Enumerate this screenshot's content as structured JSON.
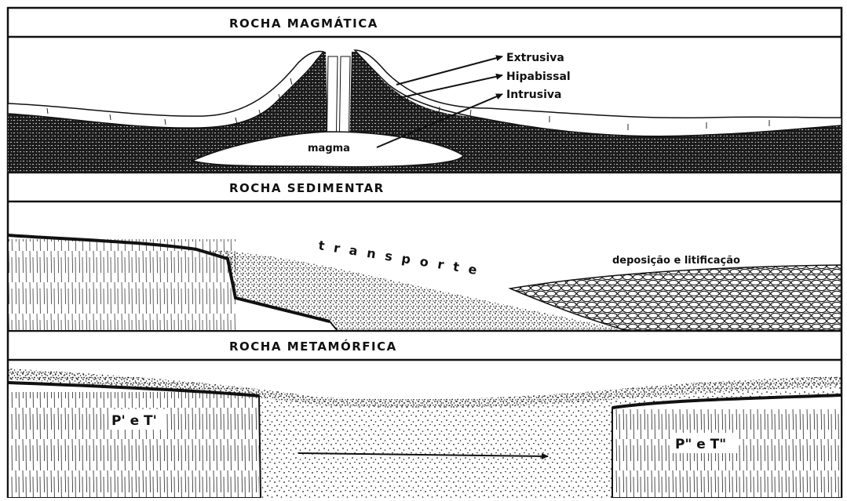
{
  "panels": {
    "magmatic": {
      "title": "ROCHA MAGMÁTICA",
      "label_extrusive": "Extrusiva",
      "label_hypabyssal": "Hipabissal",
      "label_intrusive": "Intrusiva",
      "label_magma": "magma"
    },
    "sedimentary": {
      "title": "ROCHA SEDIMENTAR",
      "label_transport": "transporte",
      "label_deposition": "deposição e litificação"
    },
    "metamorphic": {
      "title": "ROCHA METAMÓRFICA",
      "label_pt_left": "P' e T'",
      "label_pt_right": "P\" e T\""
    }
  },
  "colors": {
    "ink": "#111111",
    "paper": "#ffffff"
  }
}
